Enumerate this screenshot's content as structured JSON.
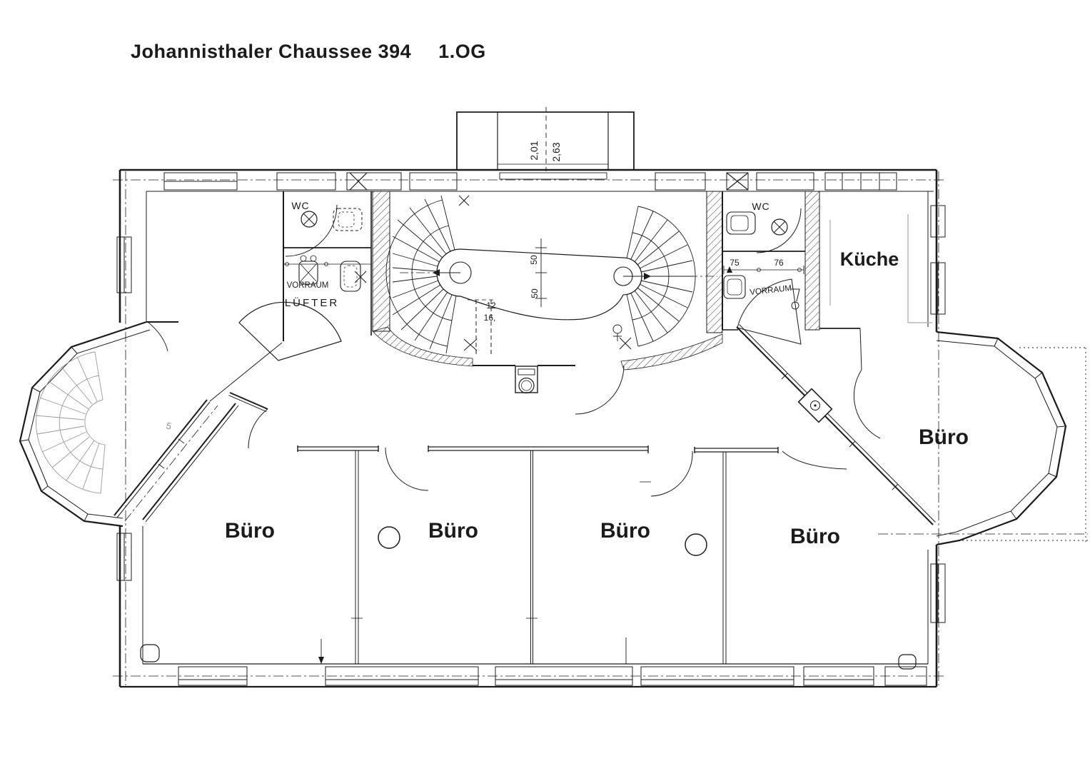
{
  "header": {
    "title": "Johannisthaler Chaussee 394",
    "floor": "1.OG"
  },
  "rooms": {
    "kueche": "Küche",
    "buero_bay": "Büro",
    "buero_1": "Büro",
    "buero_2": "Büro",
    "buero_3": "Büro",
    "buero_4": "Büro",
    "wc_left": "WC",
    "wc_right": "WC",
    "vorraum_left": "VORRAUM",
    "vorraum_right": "VORRAUM",
    "luefter": "LÜFTER"
  },
  "dimensions": {
    "balcony_inner": "2,01",
    "balcony_outer": "2,63",
    "stair_width_upper": "50",
    "stair_width_lower": "50",
    "stair_note_line1": "12",
    "stair_note_line2": "16,",
    "wc_right_left_width": "75",
    "wc_right_right_width": "76"
  },
  "annotations": {
    "pencil_mark": "5"
  },
  "colors": {
    "ink": "#1c1c1c",
    "faint_gray": "#9a9a9a",
    "paper": "#ffffff"
  }
}
